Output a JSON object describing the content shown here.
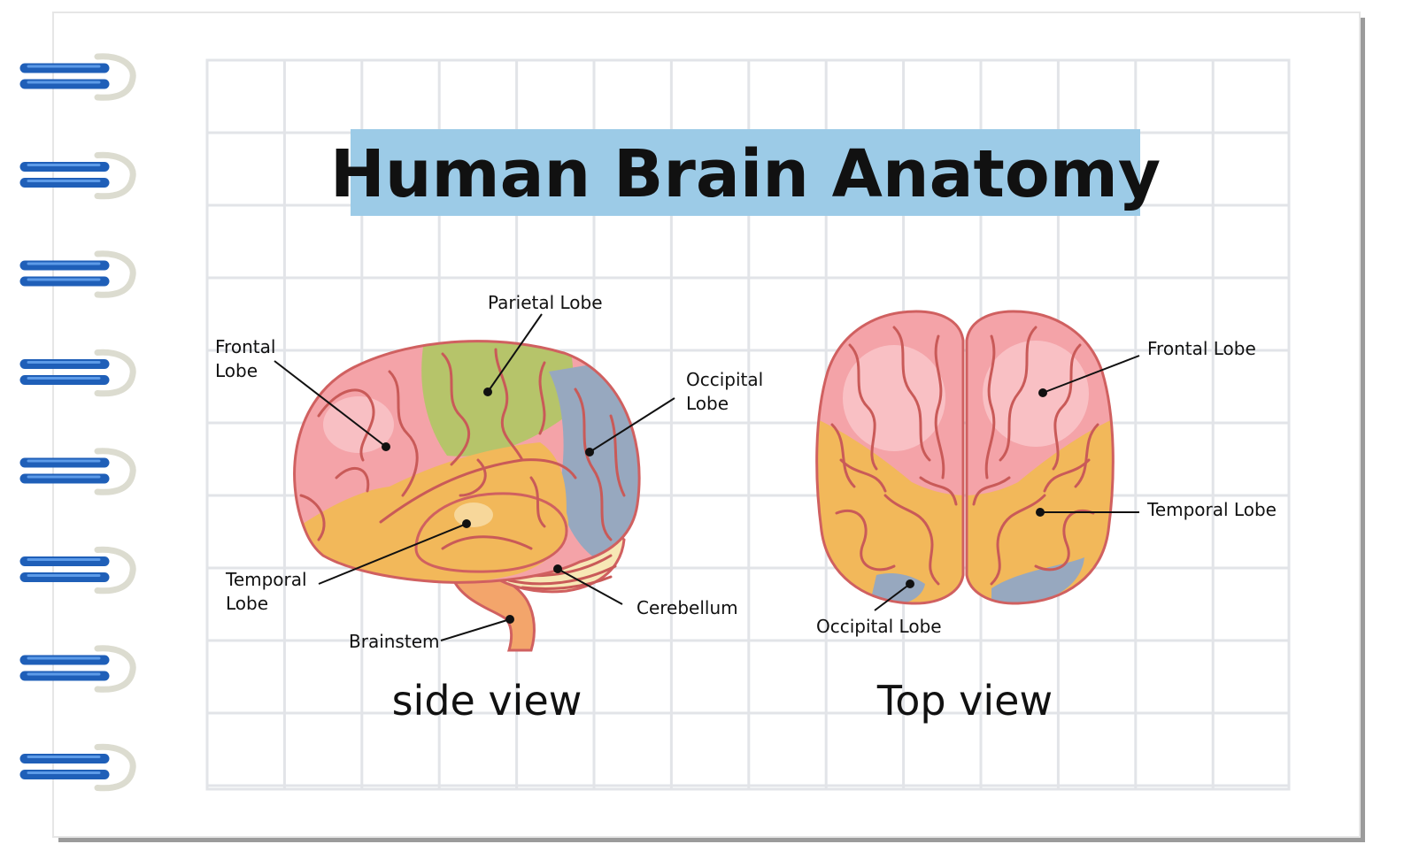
{
  "title": "Human Brain Anatomy",
  "colors": {
    "title_band": "#9ccbe7",
    "frontal": "#f4a3a8",
    "parietal": "#b6c46a",
    "temporal": "#f2b85a",
    "occipital": "#97a8bf",
    "cerebellum": "#f7e7b5",
    "brainstem": "#f3a56b",
    "outline": "#d06060",
    "grid": "#e2e4e8",
    "spiral": "#1f5fb8"
  },
  "side_view": {
    "caption": "side view",
    "labels": {
      "frontal_1": "Frontal",
      "frontal_2": "Lobe",
      "parietal": "Parietal Lobe",
      "occipital_1": "Occipital",
      "occipital_2": "Lobe",
      "temporal_1": "Temporal",
      "temporal_2": "Lobe",
      "cerebellum": "Cerebellum",
      "brainstem": "Brainstem"
    }
  },
  "top_view": {
    "caption": "Top view",
    "labels": {
      "frontal": "Frontal Lobe",
      "temporal": "Temporal Lobe",
      "occipital": "Occipital Lobe"
    }
  },
  "icons": {
    "spiral": "spiral-binding-icon"
  }
}
